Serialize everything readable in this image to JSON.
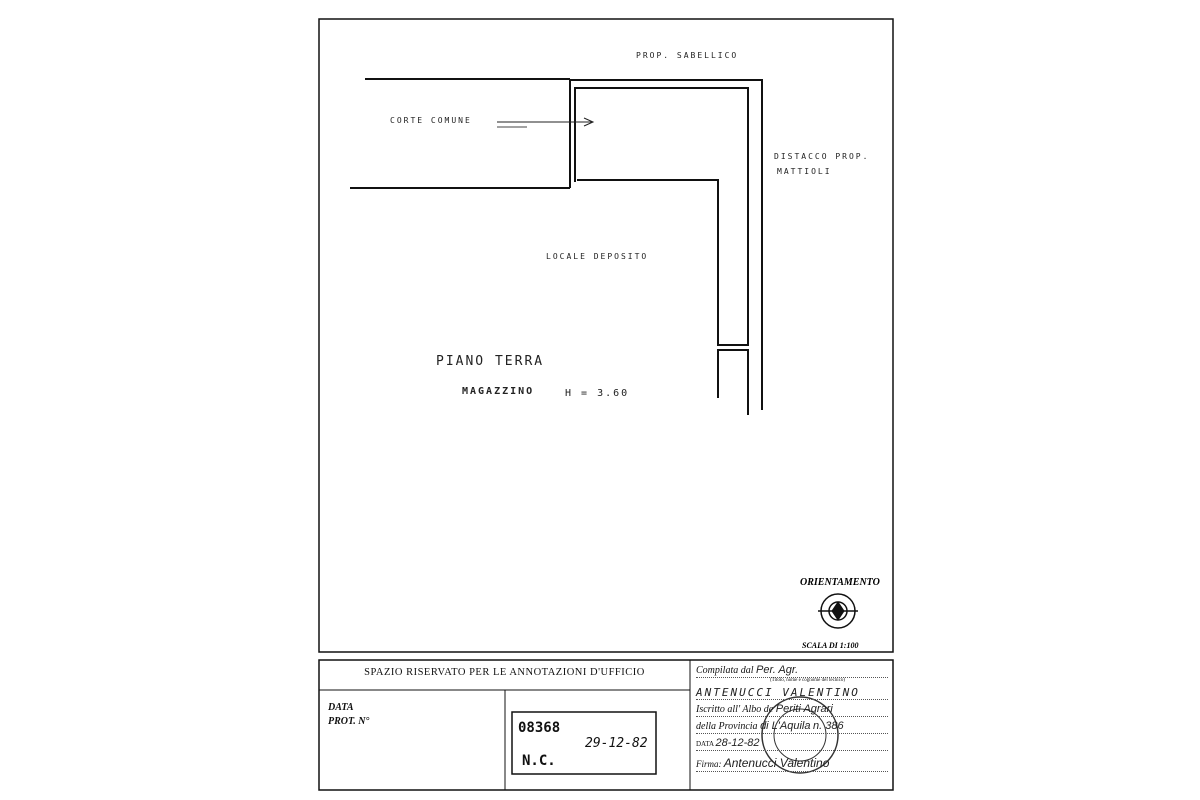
{
  "plan": {
    "labels": {
      "north_neighbor": "PROP. SABELLICO",
      "court": "CORTE COMUNE",
      "east_neighbor_line1": "DISTACCO PROP.",
      "east_neighbor_line2": "MATTIOLI",
      "room": "LOCALE DEPOSITO",
      "floor": "PIANO TERRA",
      "use": "MAGAZZINO",
      "height": "H = 3.60"
    },
    "orientation_label": "ORIENTAMENTO",
    "scale_label": "SCALA DI 1:100",
    "compass_icon": "compass-north-icon"
  },
  "footer": {
    "office_header": "SPAZIO RISERVATO PER LE ANNOTAZIONI D'UFFICIO",
    "data_label": "DATA",
    "prot_label": "PROT. N°",
    "stamp_line1": "08368",
    "stamp_date": "29-12-82",
    "stamp_line2": "N.C.",
    "compiled_by_label": "Compilata dal",
    "compiled_by_value": "Per. Agr.",
    "compiled_hint": "(Titolo, nome e cognome del tecnico)",
    "technician_name": "ANTENUCCI VALENTINO",
    "register_label": "Iscritto all' Albo de",
    "register_value": "Periti Agrari",
    "province_label": "della Provincia",
    "province_value": "di L'Aquila",
    "number_value": "n. 386",
    "date_label": "DATA",
    "date_value": "28-12-82",
    "signature_label": "Firma:",
    "signature_value": "Antenucci Valentino"
  }
}
